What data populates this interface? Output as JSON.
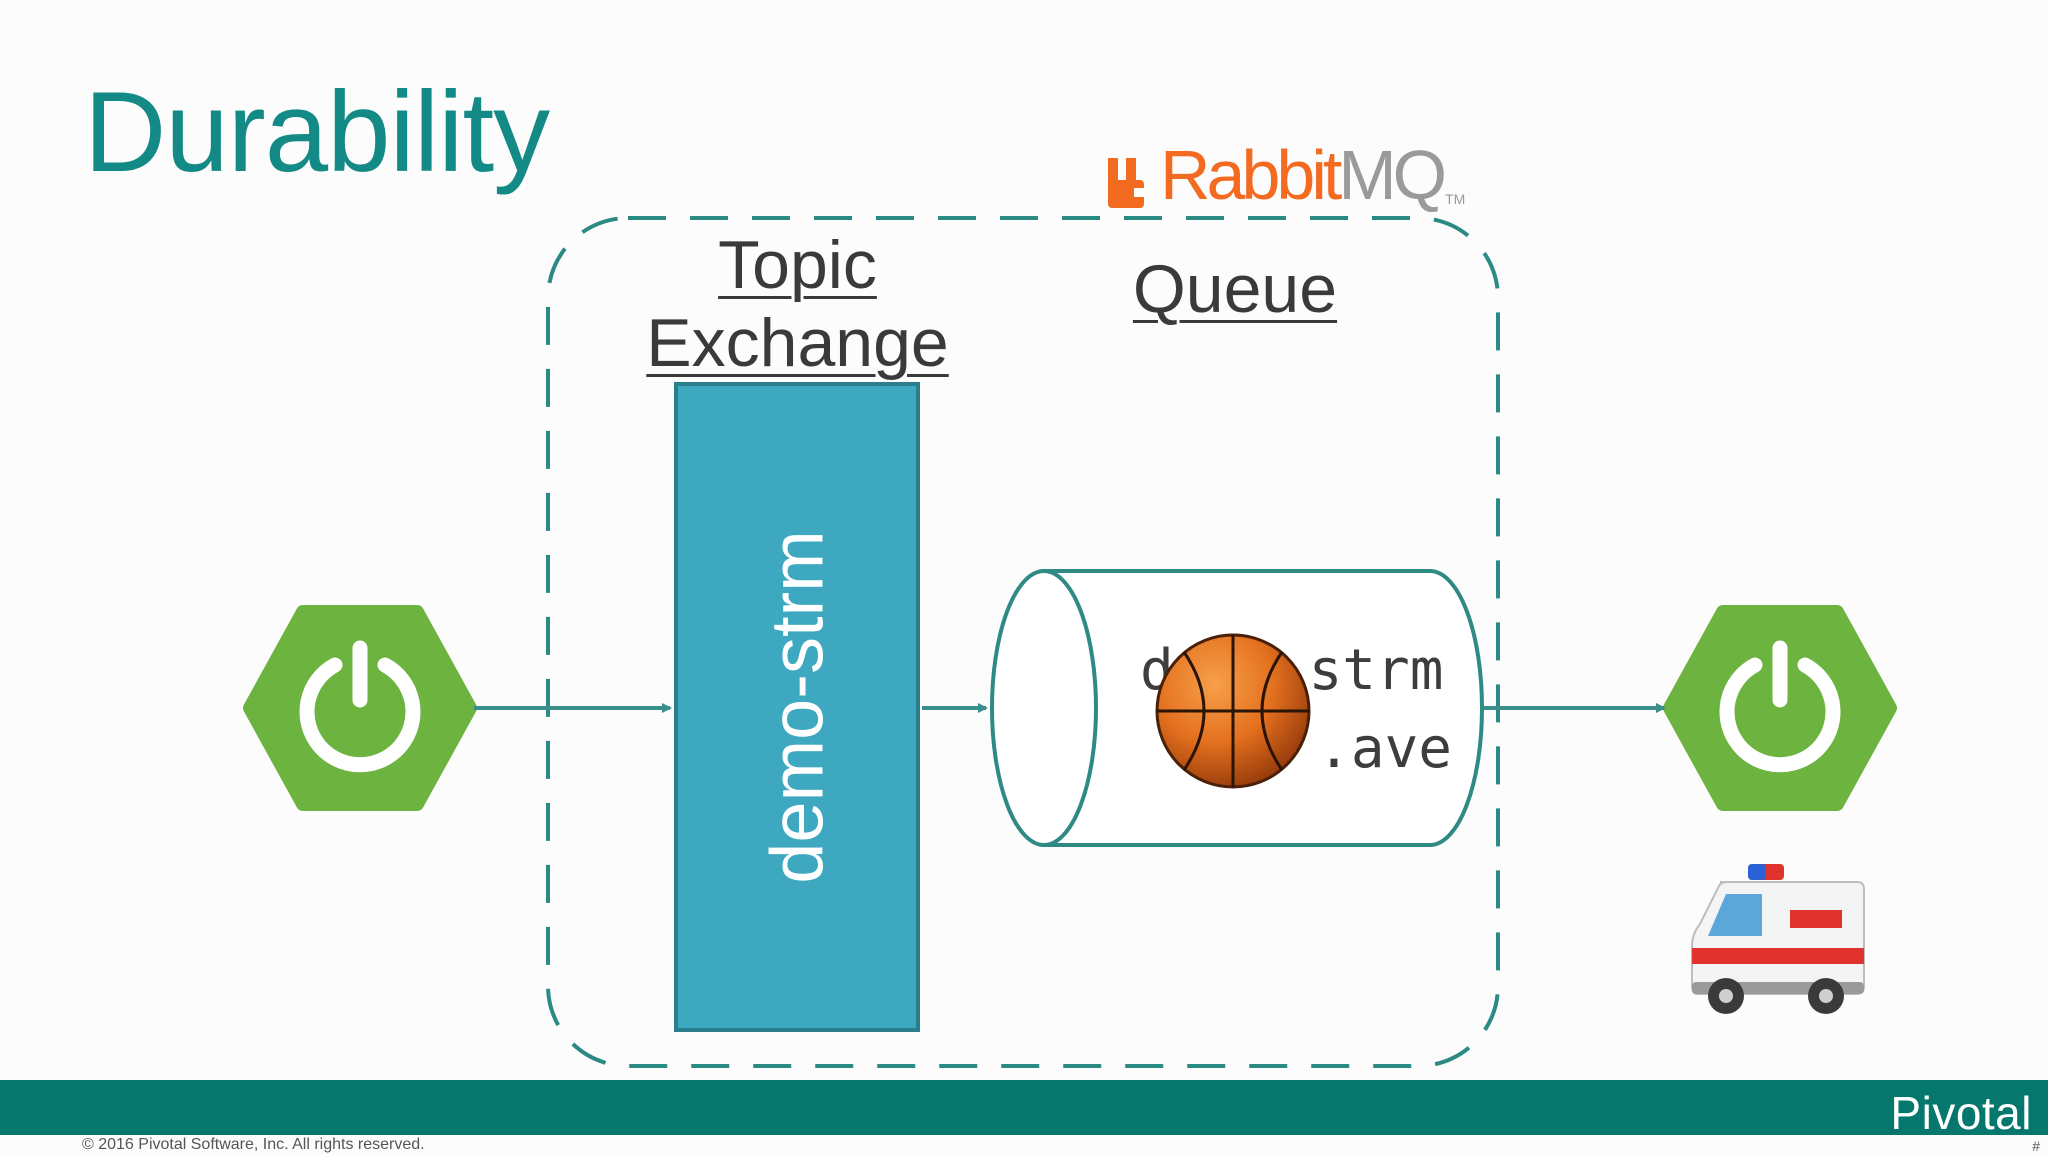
{
  "slide": {
    "title": "Durability",
    "logo": {
      "rabbit": "RabbitMQ",
      "tm": "TM"
    },
    "headings": {
      "exchange": "Topic Exchange",
      "queue": "Queue"
    },
    "exchange_label": "demo-strm",
    "queue_label": {
      "line1": "demo-strm",
      "line2": ".ave"
    },
    "footer": {
      "brand": "Pivotal",
      "copyright": "© 2016 Pivotal Software, Inc. All rights reserved.",
      "page_marker": "#"
    }
  },
  "icons": {
    "producer": "spring-power-icon",
    "consumer": "spring-power-icon",
    "message": "basketball-icon",
    "durability": "ambulance-icon",
    "logo": "rabbitmq-icon"
  },
  "colors": {
    "title": "#138a85",
    "spring_green": "#6db33f",
    "exchange_fill": "#3da8c0",
    "connector": "#3a8f8a",
    "footer": "#06776d",
    "rabbit_orange": "#f26b21"
  }
}
